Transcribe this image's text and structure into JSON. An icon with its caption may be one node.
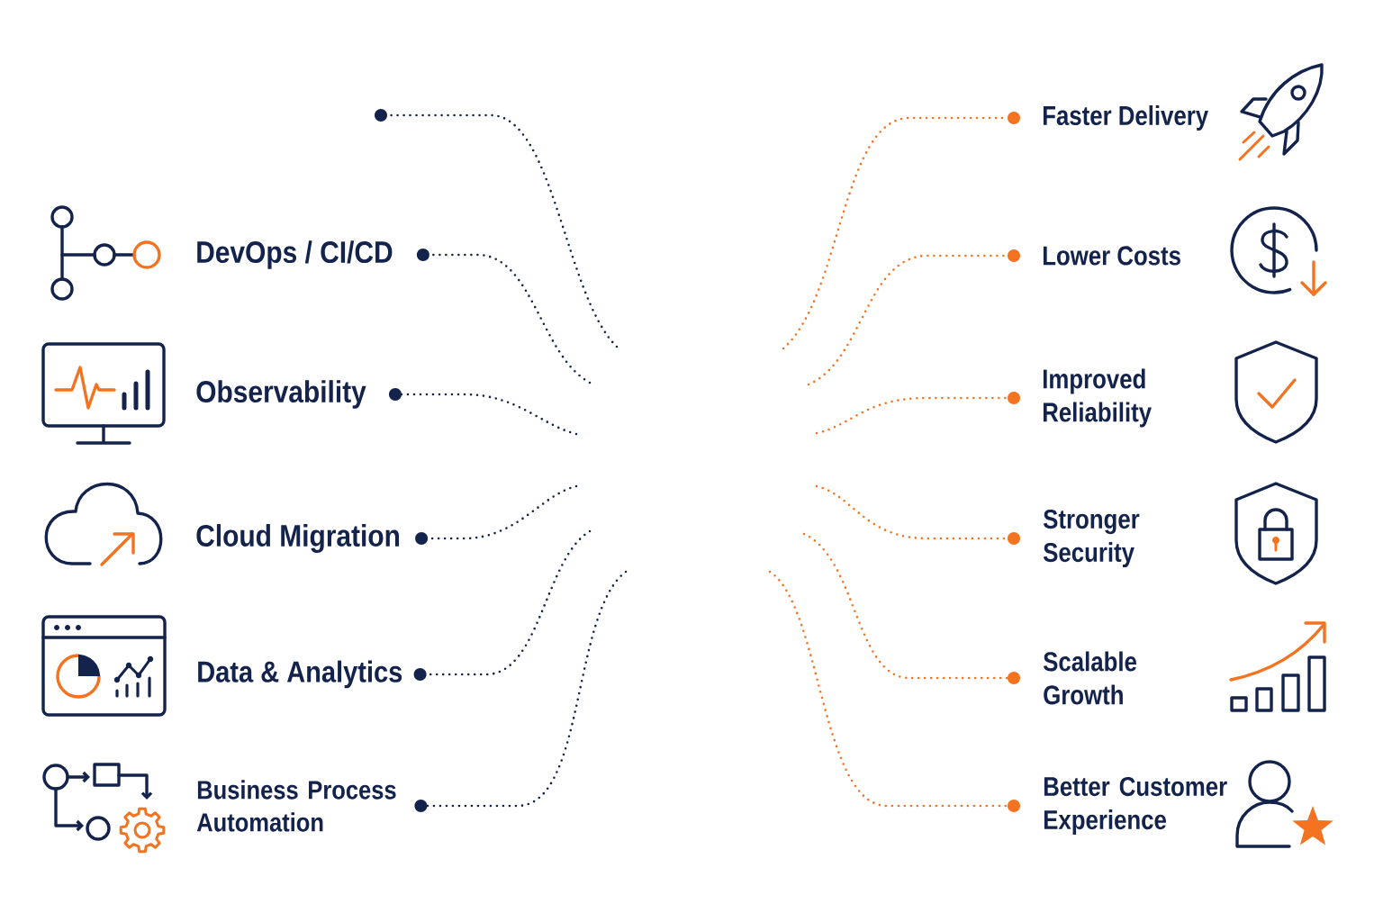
{
  "diagram": {
    "nodes": [
      {
        "text": [],
        "shape": "circle"
      },
      {
        "text": [
          "DevOps / CI/CD"
        ]
      },
      {
        "text": [
          "Observability"
        ]
      },
      {
        "text": [
          "Cloud Migration"
        ]
      },
      {
        "text": [
          "Data & Analytics"
        ]
      },
      {
        "text": [
          "Business Process Automation"
        ]
      },
      {
        "text": [
          "Faster Delivery"
        ]
      },
      {
        "text": [
          "Lower Costs"
        ]
      },
      {
        "text": [
          "Improved Reliability"
        ]
      },
      {
        "text": [
          "Stronger Security"
        ]
      },
      {
        "text": [
          "Scalable Growth"
        ]
      },
      {
        "text": [
          "Better Customer Experience"
        ]
      }
    ],
    "edges": [
      {
        "from": 0,
        "to": null,
        "arrow": "none",
        "style": "dashed"
      },
      {
        "from": 1,
        "to": null,
        "arrow": "other",
        "style": "dashed"
      },
      {
        "from": 2,
        "to": null,
        "arrow": "other",
        "style": "dashed"
      },
      {
        "from": 3,
        "to": null,
        "arrow": "other",
        "style": "dashed"
      },
      {
        "from": 4,
        "to": null,
        "arrow": "other",
        "style": "dashed"
      },
      {
        "from": 5,
        "to": null,
        "arrow": "other",
        "style": "dashed"
      },
      {
        "from": 6,
        "to": null,
        "arrow": "other",
        "style": "dashed",
        "color": "#f47320"
      },
      {
        "from": 7,
        "to": null,
        "arrow": "other",
        "style": "dashed",
        "color": "#f47320"
      },
      {
        "from": 8,
        "to": null,
        "arrow": "other",
        "style": "dashed",
        "color": "#f47320"
      },
      {
        "from": 9,
        "to": null,
        "arrow": "other",
        "style": "dashed",
        "color": "#f47320"
      },
      {
        "from": 10,
        "to": null,
        "arrow": "other",
        "style": "dashed",
        "color": "#f47320"
      },
      {
        "from": 11,
        "to": null,
        "arrow": "other",
        "style": "dashed",
        "color": "#f47320"
      }
    ]
  }
}
